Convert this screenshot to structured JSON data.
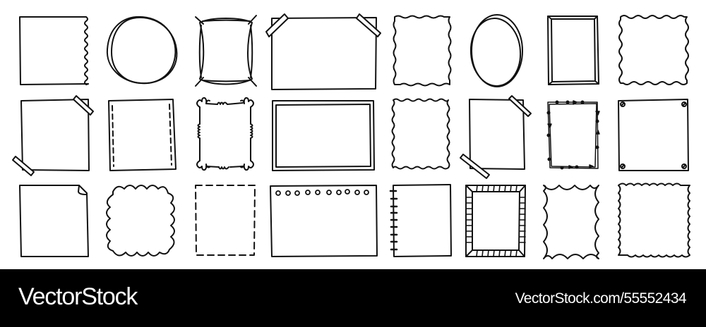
{
  "colors": {
    "background": "#ffffff",
    "stroke": "#111111",
    "footer_bg": "#000000",
    "footer_text": "#ffffff"
  },
  "footer": {
    "brand": "VectorStock",
    "url": "VectorStock.com/55552434"
  },
  "grid": {
    "rows": 3,
    "columns": 8,
    "frames": [
      {
        "row": 1,
        "col": 1,
        "style": "square-torn-right-edge"
      },
      {
        "row": 1,
        "col": 2,
        "style": "circle-double-sketch"
      },
      {
        "row": 1,
        "col": 3,
        "style": "square-pillow-sketch"
      },
      {
        "row": 1,
        "col": 4,
        "style": "rectangle-taped-top-corners"
      },
      {
        "row": 1,
        "col": 5,
        "style": "rectangle-wavy-edge"
      },
      {
        "row": 1,
        "col": 6,
        "style": "oval-double-sketch"
      },
      {
        "row": 1,
        "col": 7,
        "style": "rectangle-beveled-frame"
      },
      {
        "row": 1,
        "col": 8,
        "style": "square-stamp-edge"
      },
      {
        "row": 2,
        "col": 1,
        "style": "square-taped-diagonal-corners"
      },
      {
        "row": 2,
        "col": 2,
        "style": "square-stitched-sides"
      },
      {
        "row": 2,
        "col": 3,
        "style": "square-grass-corners"
      },
      {
        "row": 2,
        "col": 4,
        "style": "rectangle-double-border"
      },
      {
        "row": 2,
        "col": 5,
        "style": "rectangle-zigzag-edge"
      },
      {
        "row": 2,
        "col": 6,
        "style": "square-taped-diagonal-corners-right"
      },
      {
        "row": 2,
        "col": 7,
        "style": "rectangle-arrow-vine"
      },
      {
        "row": 2,
        "col": 8,
        "style": "square-screwed-corners"
      },
      {
        "row": 3,
        "col": 1,
        "style": "square-folded-corner"
      },
      {
        "row": 3,
        "col": 2,
        "style": "cloud-scalloped"
      },
      {
        "row": 3,
        "col": 3,
        "style": "square-dashed"
      },
      {
        "row": 3,
        "col": 4,
        "style": "notebook-page-holes"
      },
      {
        "row": 3,
        "col": 5,
        "style": "spiral-notebook-page"
      },
      {
        "row": 3,
        "col": 6,
        "style": "striped-picture-frame"
      },
      {
        "row": 3,
        "col": 7,
        "style": "rectangle-scalloped-inward"
      },
      {
        "row": 3,
        "col": 8,
        "style": "square-wavy-scalloped"
      }
    ]
  }
}
